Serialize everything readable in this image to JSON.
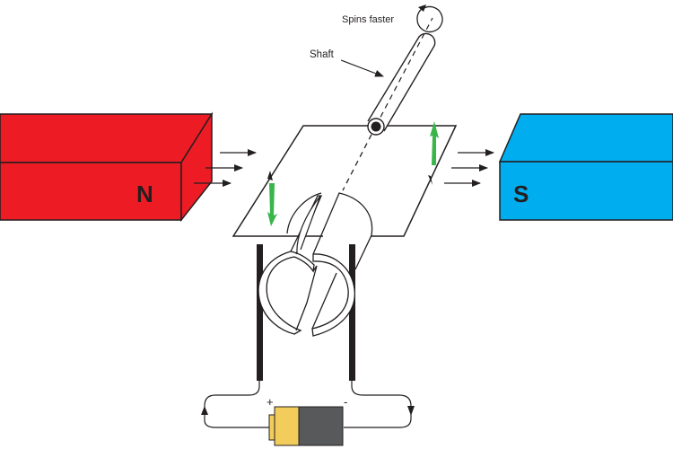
{
  "diagram": {
    "title": "DC electric motor",
    "labels": {
      "spin": "Spins faster",
      "shaft": "Shaft",
      "north": "N",
      "south": "S",
      "plus": "+",
      "minus": "-"
    },
    "colors": {
      "north_magnet": "#ed1c24",
      "south_magnet": "#00aeef",
      "force_arrow": "#39b54a",
      "battery_positive": "#f2cd5c",
      "battery_negative": "#58595b",
      "line": "#231f20"
    }
  }
}
